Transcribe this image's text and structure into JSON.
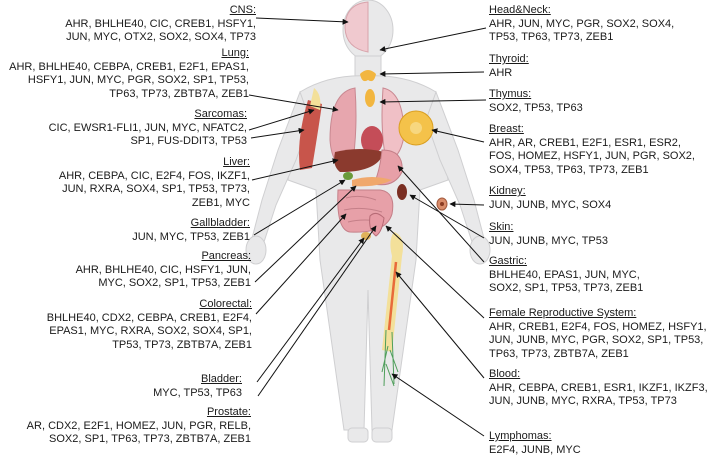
{
  "left_blocks": [
    {
      "id": "cns",
      "title": "CNS:",
      "lines": [
        "AHR, BHLHE40, CIC, CREB1, HSFY1,",
        "JUN, MYC, OTX2, SOX2, SOX4, TP73"
      ]
    },
    {
      "id": "lung",
      "title": "Lung:",
      "lines": [
        "AHR, BHLHE40, CEBPA, CREB1, E2F1, EPAS1,",
        "HSFY1, JUN, MYC, PGR, SOX2, SP1, TP53,",
        "TP63, TP73, ZBTB7A, ZEB1"
      ]
    },
    {
      "id": "sarcomas",
      "title": "Sarcomas:",
      "lines": [
        "CIC, EWSR1-FLI1, JUN, MYC, NFATC2,",
        "SP1, FUS-DDIT3, TP53"
      ]
    },
    {
      "id": "liver",
      "title": "Liver:",
      "lines": [
        "AHR, CEBPA, CIC, E2F4, FOS, IKZF1,",
        "JUN, RXRA, SOX4, SP1, TP53, TP73,",
        "ZEB1, MYC"
      ]
    },
    {
      "id": "gallbladder",
      "title": "Gallbladder:",
      "lines": [
        "JUN, MYC, TP53, ZEB1"
      ]
    },
    {
      "id": "pancreas",
      "title": "Pancreas:",
      "lines": [
        "AHR, BHLHE40, CIC, HSFY1, JUN,",
        "MYC, SOX2, SP1, TP53, ZEB1"
      ]
    },
    {
      "id": "colorectal",
      "title": "Colorectal:",
      "lines": [
        "BHLHE40, CDX2, CEBPA, CREB1, E2F4,",
        "EPAS1, MYC, RXRA, SOX2, SOX4, SP1,",
        "TP53, TP73, ZBTB7A, ZEB1"
      ]
    },
    {
      "id": "bladder",
      "title": "Bladder:",
      "lines": [
        "MYC, TP53, TP63"
      ]
    },
    {
      "id": "prostate",
      "title": "Prostate:",
      "lines": [
        "AR, CDX2, E2F1, HOMEZ, JUN, PGR, RELB,",
        "SOX2, SP1, TP63, TP73, ZBTB7A, ZEB1"
      ]
    }
  ],
  "right_blocks": [
    {
      "id": "headneck",
      "title": "Head&Neck:",
      "lines": [
        "AHR, JUN, MYC, PGR, SOX2, SOX4,",
        "TP53, TP63, TP73, ZEB1"
      ]
    },
    {
      "id": "thyroid",
      "title": "Thyroid:",
      "lines": [
        "AHR"
      ]
    },
    {
      "id": "thymus",
      "title": "Thymus:",
      "lines": [
        "SOX2, TP53, TP63"
      ]
    },
    {
      "id": "breast",
      "title": "Breast:",
      "lines": [
        "AHR, AR, CREB1, E2F1, ESR1, ESR2,",
        "FOS, HOMEZ, HSFY1, JUN, PGR, SOX2,",
        "SOX4, TP53, TP63, TP73, ZEB1"
      ]
    },
    {
      "id": "kidney",
      "title": "Kidney:",
      "lines": [
        "JUN, JUNB, MYC, SOX4"
      ]
    },
    {
      "id": "skin",
      "title": "Skin:",
      "lines": [
        "JUN, JUNB, MYC, TP53"
      ]
    },
    {
      "id": "gastric",
      "title": "Gastric:",
      "lines": [
        "BHLHE40, EPAS1, JUN, MYC,",
        "SOX2, SP1, TP53, TP73, ZEB1"
      ]
    },
    {
      "id": "female",
      "title": "Female Reproductive System:",
      "lines": [
        "AHR, CREB1, E2F4, FOS, HOMEZ, HSFY1,",
        "JUN, JUNB, MYC, PGR, SOX2, SP1, TP53,",
        "TP63, TP73, ZBTB7A, ZEB1"
      ]
    },
    {
      "id": "blood",
      "title": "Blood:",
      "lines": [
        "AHR, CEBPA, CREB1, ESR1, IKZF1, IKZF3,",
        "JUN, JUNB, MYC, RXRA, TP53, TP73"
      ]
    },
    {
      "id": "lymphomas",
      "title": "Lymphomas:",
      "lines": [
        "E2F4, JUNB, MYC"
      ]
    }
  ]
}
